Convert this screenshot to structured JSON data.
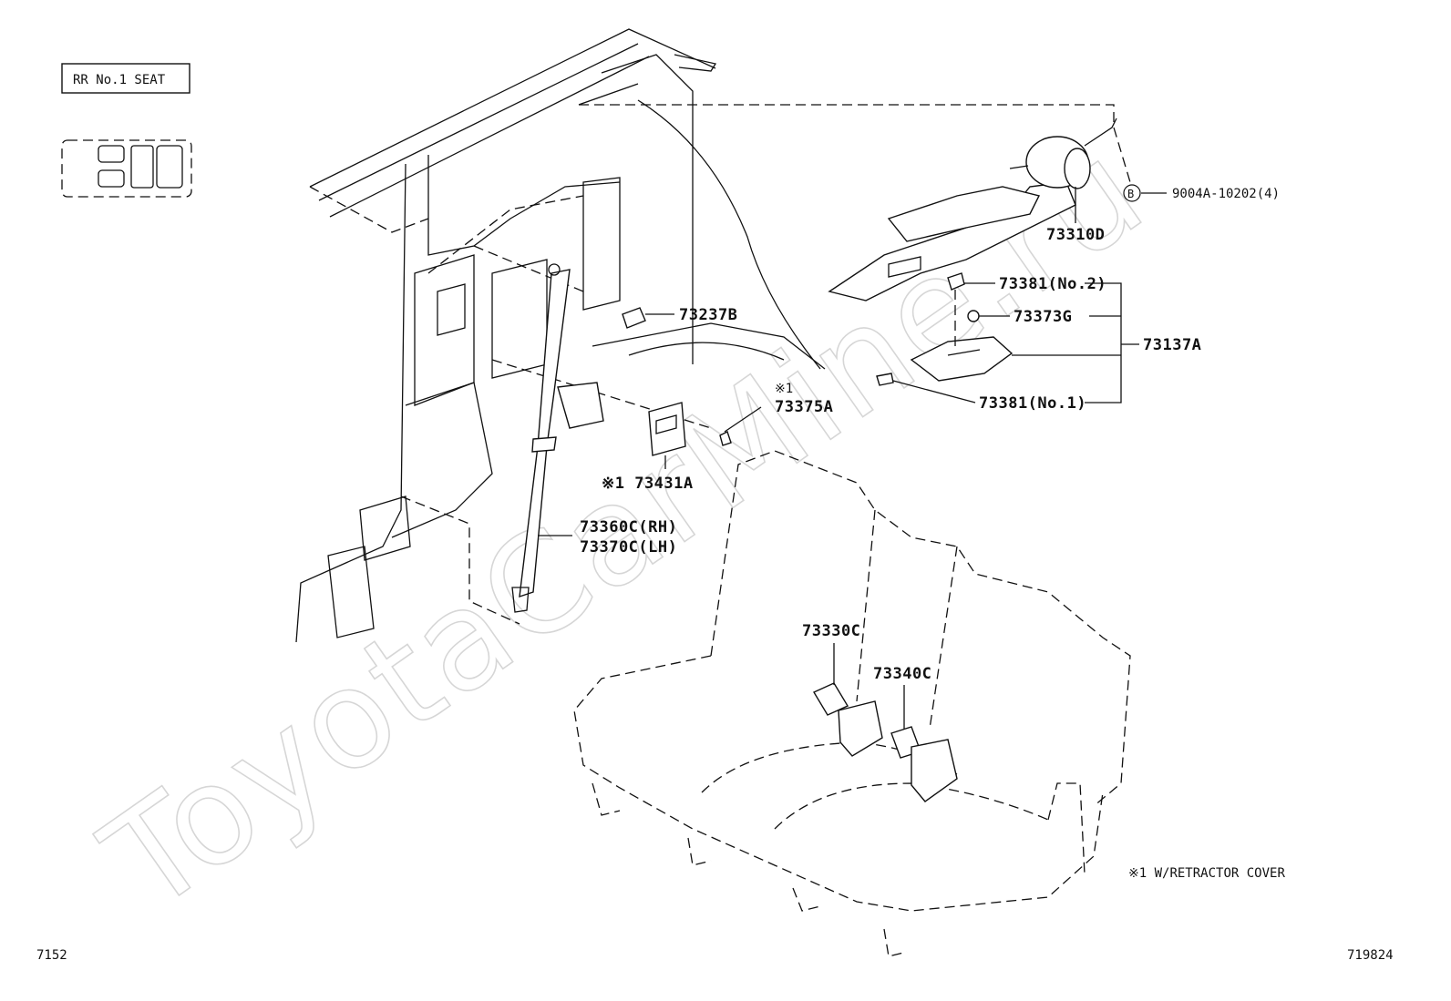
{
  "header": {
    "seat_label": "RR No.1 SEAT"
  },
  "watermark": "ToyotaCarMine.ru",
  "callouts": {
    "bolt": {
      "symbol": "B",
      "part": "9004A-10202(4)"
    },
    "p73310D": "73310D",
    "p73381_no2": "73381(No.2)",
    "p73373G": "73373G",
    "p73137A": "73137A",
    "p73381_no1": "73381(No.1)",
    "p73237B": "73237B",
    "p73375A_mark": "※1",
    "p73375A": "73375A",
    "p73431A": "※1 73431A",
    "p73360C": "73360C(RH)",
    "p73370C": "73370C(LH)",
    "p73330C": "73330C",
    "p73340C": "73340C"
  },
  "footnote": "※1 W/RETRACTOR COVER",
  "footer": {
    "left_code": "7152",
    "right_code": "719824"
  },
  "icons": [
    "seat-layout-icon",
    "retractor-assembly-icon",
    "seat-cushion-icon",
    "buckle-icon",
    "belt-icon"
  ]
}
